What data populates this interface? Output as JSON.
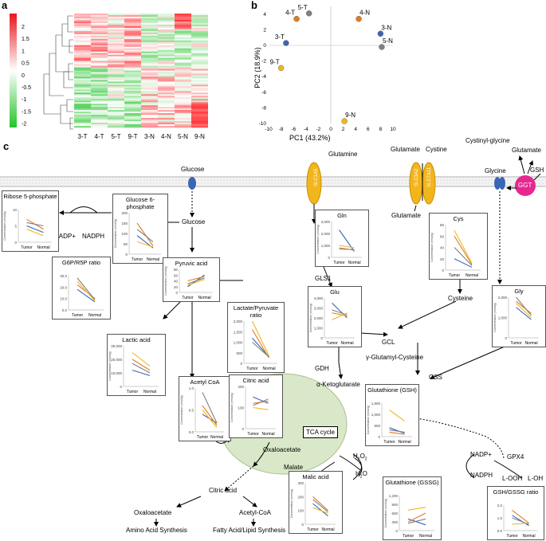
{
  "panels": {
    "a": "a",
    "b": "b",
    "c": "c"
  },
  "heatmap": {
    "scale_ticks": [
      "2",
      "1.5",
      "1",
      "0.5",
      "0",
      "-0.5",
      "-1",
      "-1.5",
      "-2"
    ],
    "columns": [
      "3-T",
      "4-T",
      "5-T",
      "9-T",
      "3-N",
      "4-N",
      "5-N",
      "9-N"
    ]
  },
  "pca": {
    "xlabel": "PC1 (43.2%)",
    "ylabel": "PC2 (18.9%)",
    "xticks": [
      "-10",
      "-8",
      "-6",
      "-4",
      "-2",
      "0",
      "2",
      "4",
      "6",
      "8",
      "10"
    ],
    "yticks": [
      "4",
      "2",
      "0",
      "-2",
      "-4",
      "-6",
      "-8",
      "-10"
    ],
    "points": [
      {
        "label": "3-T",
        "x": -7.2,
        "y": 0.3,
        "color": "#3a66b5"
      },
      {
        "label": "4-T",
        "x": -5.5,
        "y": 3.4,
        "color": "#e07b26"
      },
      {
        "label": "5-T",
        "x": -3.5,
        "y": 4.1,
        "color": "#808080"
      },
      {
        "label": "9-T",
        "x": -8.0,
        "y": -2.9,
        "color": "#f2b51c"
      },
      {
        "label": "4-N",
        "x": 4.5,
        "y": 3.4,
        "color": "#e07b26"
      },
      {
        "label": "3-N",
        "x": 8.0,
        "y": 1.5,
        "color": "#3a66b5"
      },
      {
        "label": "5-N",
        "x": 8.2,
        "y": -0.2,
        "color": "#808080"
      },
      {
        "label": "9-N",
        "x": 2.2,
        "y": -9.7,
        "color": "#f2b51c"
      }
    ]
  },
  "pathway": {
    "glutamine": "Glutamine",
    "glutamate1": "Glutamate",
    "cystine": "Cystine",
    "cystinyl_glycine": "Cystinyl-glycine",
    "glutamate2": "Glutamate",
    "gsh_top": "GSH",
    "glucose_top": "Glucose",
    "slc1a5": "SLC1A5",
    "slc3a2": "SLC3A2",
    "slc7a11": "SLC7A11",
    "glycine": "Glycine",
    "ggt": "GGT",
    "glutamate_out": "Glutamate",
    "glucose": "Glucose",
    "nadp_plus": "NADP+",
    "nadph": "NADPH",
    "gls1": "GLS1",
    "cysteine": "Cysteine",
    "gcl": "GCL",
    "gamma_gc": "γ-Glutamyl-Cysteine",
    "gdh": "GDH",
    "akg": "α-Ketoglutarate",
    "gss": "GSS",
    "tca": "TCA cycle",
    "oxaloacetate": "Oxaloacetate",
    "malate": "Malate",
    "h2o2_a": "H",
    "h2o2_b": "2",
    "h2o2_c": "O",
    "h2o2_d": "2",
    "h2o_a": "H",
    "h2o_b": "2",
    "h2o_c": "O",
    "nadp_plus2": "NADP+",
    "nadph2": "NADPH",
    "gpx4": "GPX4",
    "looh": "L-OOH",
    "loh": "L-OH",
    "citric_acid": "Citric acid",
    "oxaloacetate2": "Oxaloacetate",
    "acetyl_coa": "Acetyl-CoA",
    "aa_synth": "Amino Acid Synthesis",
    "fa_synth": "Fatty Acid/Lipid Synthesis"
  },
  "boxes": [
    {
      "id": "ribose",
      "title": "Ribose 5-phosphate",
      "ylabel": "Concentration (nmol/g)",
      "yticks": [
        "10",
        "5",
        "0"
      ],
      "xlabels": [
        "Tumor",
        "Normal"
      ]
    },
    {
      "id": "g6p",
      "title": "Glucose 6-phosphate",
      "ylabel": "Concentration (nmol/g)",
      "yticks": [
        "200",
        "150",
        "100",
        "50",
        "0"
      ],
      "xlabels": [
        "Tumor",
        "Normal"
      ]
    },
    {
      "id": "ratio",
      "title": "G6P/R5P ratio",
      "ylabel": "",
      "yticks": [
        "30.0",
        "20.0",
        "10.0",
        "0.0"
      ],
      "xlabels": [
        "Tumor",
        "Normal"
      ]
    },
    {
      "id": "pyruvic",
      "title": "Pyruvic acid",
      "ylabel": "Concentration (nmol/g)",
      "yticks": [
        "80",
        "60",
        "40",
        "20",
        "0"
      ],
      "xlabels": [
        "Tumor",
        "Normal"
      ]
    },
    {
      "id": "lactpyr",
      "title": "Lactate/Pyruvate ratio",
      "ylabel": "",
      "yticks": [
        "2,000",
        "1,500",
        "1,000",
        "500",
        "0"
      ],
      "xlabels": [
        "Tumor",
        "Normal"
      ]
    },
    {
      "id": "lactic",
      "title": "Lactic acid",
      "ylabel": "Concentration (nmol/g)",
      "yticks": [
        "30,000",
        "20,000",
        "10,000",
        "0"
      ],
      "xlabels": [
        "Tumor",
        "Normal"
      ]
    },
    {
      "id": "acetyl",
      "title": "Acetyl CoA",
      "ylabel": "Concentration (nmol/g)",
      "yticks": [
        "1.0",
        "0.5",
        "0.0"
      ],
      "xlabels": [
        "Tumor",
        "Normal"
      ]
    },
    {
      "id": "citric",
      "title": "Citric acid",
      "ylabel": "Concentration (nmol/g)",
      "yticks": [
        "200",
        "100",
        "0"
      ],
      "xlabels": [
        "Tumor",
        "Normal"
      ]
    },
    {
      "id": "gln",
      "title": "Gln",
      "ylabel": "Concentration (nmol/g)",
      "yticks": [
        "3,000",
        "2,000",
        "1,000",
        "0"
      ],
      "xlabels": [
        "Tumor",
        "Normal"
      ]
    },
    {
      "id": "glu",
      "title": "Glu",
      "ylabel": "Concentration (nmol/g)",
      "yticks": [
        "4,000",
        "3,000",
        "2,000",
        "1,000",
        "0"
      ],
      "xlabels": [
        "Tumor",
        "Normal"
      ]
    },
    {
      "id": "cys",
      "title": "Cys",
      "ylabel": "Concentration (nmol/g)",
      "yticks": [
        "80",
        "60",
        "40",
        "20",
        "0"
      ],
      "xlabels": [
        "Tumor",
        "Normal"
      ]
    },
    {
      "id": "gly",
      "title": "Gly",
      "ylabel": "Concentration (nmol/g)",
      "yticks": [
        "2,000",
        "1,000",
        "0"
      ],
      "xlabels": [
        "Tumor",
        "Normal"
      ]
    },
    {
      "id": "gsh",
      "title": "Glutathione (GSH)",
      "ylabel": "Concentration (nmol/g)",
      "yticks": [
        "1,500",
        "1,000",
        "500",
        "0"
      ],
      "xlabels": [
        "Tumor",
        "Normal"
      ]
    },
    {
      "id": "malic",
      "title": "Malic acid",
      "ylabel": "Concentration (nmol/g)",
      "yticks": [
        "300",
        "200",
        "100",
        "0"
      ],
      "xlabels": [
        "Tumor",
        "Normal"
      ]
    },
    {
      "id": "gssg",
      "title": "Glutathione (GSSG)",
      "ylabel": "Concentration (nmol/g)",
      "yticks": [
        "1,200",
        "900",
        "600",
        "300",
        "0"
      ],
      "xlabels": [
        "Tumor",
        "Normal"
      ]
    },
    {
      "id": "gshgssg",
      "title": "GSH/GSSG ratio",
      "ylabel": "",
      "yticks": [
        "2.0",
        "1.0",
        "0.0"
      ],
      "xlabels": [
        "Tumor",
        "Normal"
      ]
    }
  ],
  "series_colors": {
    "p3": "#3a66b5",
    "p4": "#e07b26",
    "p5": "#808080",
    "p9": "#f2b51c"
  }
}
